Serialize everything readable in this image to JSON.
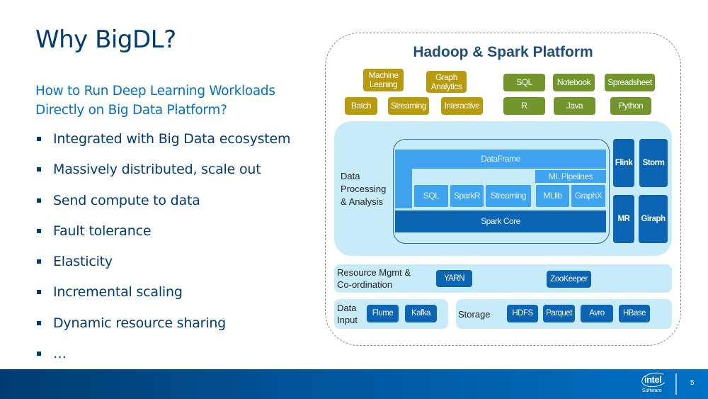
{
  "slide": {
    "title": "Why BigDL?",
    "subtitle": "How to Run Deep Learning Workloads Directly on Big Data Platform?",
    "bullets": [
      "Integrated with Big Data ecosystem",
      "Massively distributed, scale out",
      "Send compute to data",
      "Fault tolerance",
      "Elasticity",
      "Incremental scaling",
      "Dynamic resource sharing",
      "…"
    ],
    "page_number": "5"
  },
  "diagram": {
    "title": "Hadoop & Spark Platform",
    "workloads": [
      "Machine Leaning",
      "Graph Analytics",
      "Batch",
      "Streaming",
      "Interactive"
    ],
    "interfaces": [
      "SQL",
      "Notebook",
      "Spreadsheet",
      "R",
      "Java",
      "Python"
    ],
    "processing": {
      "label": "Data Processing & Analysis",
      "dataframe": "DataFrame",
      "ml_pipelines": "ML Pipelines",
      "modules": [
        "SQL",
        "SparkR",
        "Streaming",
        "MLlib",
        "GraphX"
      ],
      "core": "Spark Core",
      "other_engines": [
        "Flink",
        "Storm",
        "MR",
        "Giraph"
      ]
    },
    "resource": {
      "label": "Resource Mgmt & Co-ordination",
      "items": [
        "YARN",
        "ZooKeeper"
      ]
    },
    "data_input": {
      "label": "Data Input",
      "items": [
        "Flume",
        "Kafka"
      ]
    },
    "storage": {
      "label": "Storage",
      "items": [
        "HDFS",
        "Parquet",
        "Avro",
        "HBase"
      ]
    },
    "colors": {
      "workload": "#b79a0d",
      "interface": "#72962c",
      "dark_blue": "#0b64b4",
      "light_blue": "#3fa3ef",
      "panel": "#c8ebfa"
    }
  },
  "footer": {
    "logo_text": "intel",
    "logo_sub": "Software"
  }
}
